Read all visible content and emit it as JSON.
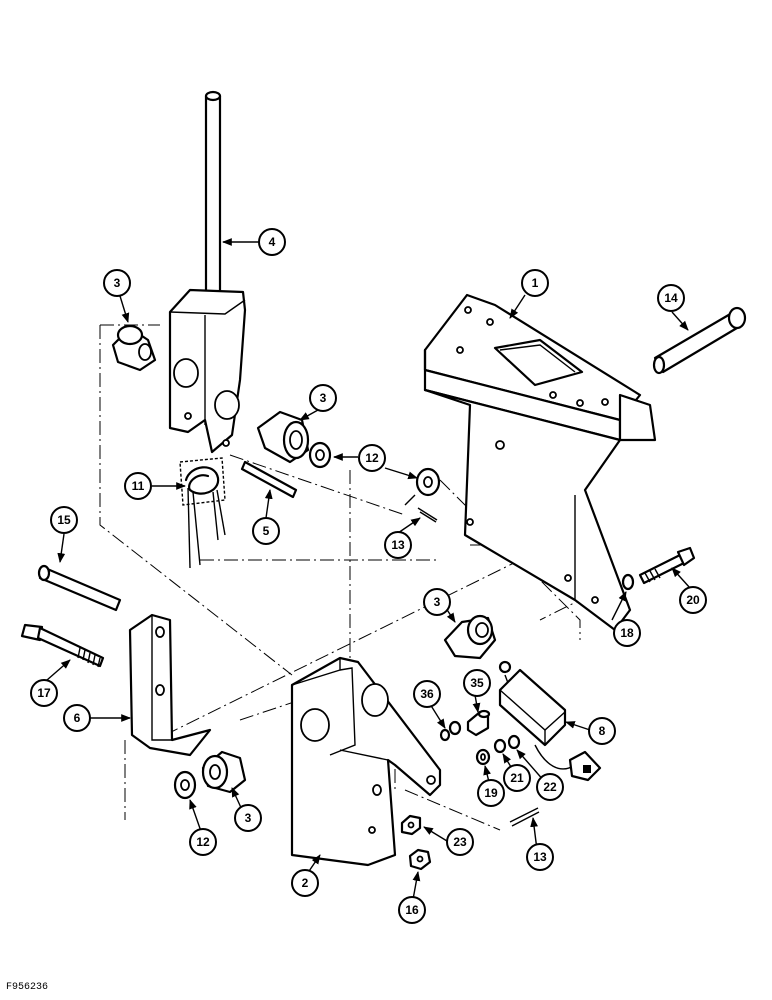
{
  "figure_id": "F956236",
  "callouts": [
    "1",
    "2",
    "3",
    "3",
    "3",
    "3",
    "4",
    "5",
    "6",
    "8",
    "11",
    "12",
    "12",
    "13",
    "13",
    "14",
    "15",
    "16",
    "17",
    "18",
    "19",
    "20",
    "21",
    "22",
    "23",
    "35",
    "36"
  ]
}
